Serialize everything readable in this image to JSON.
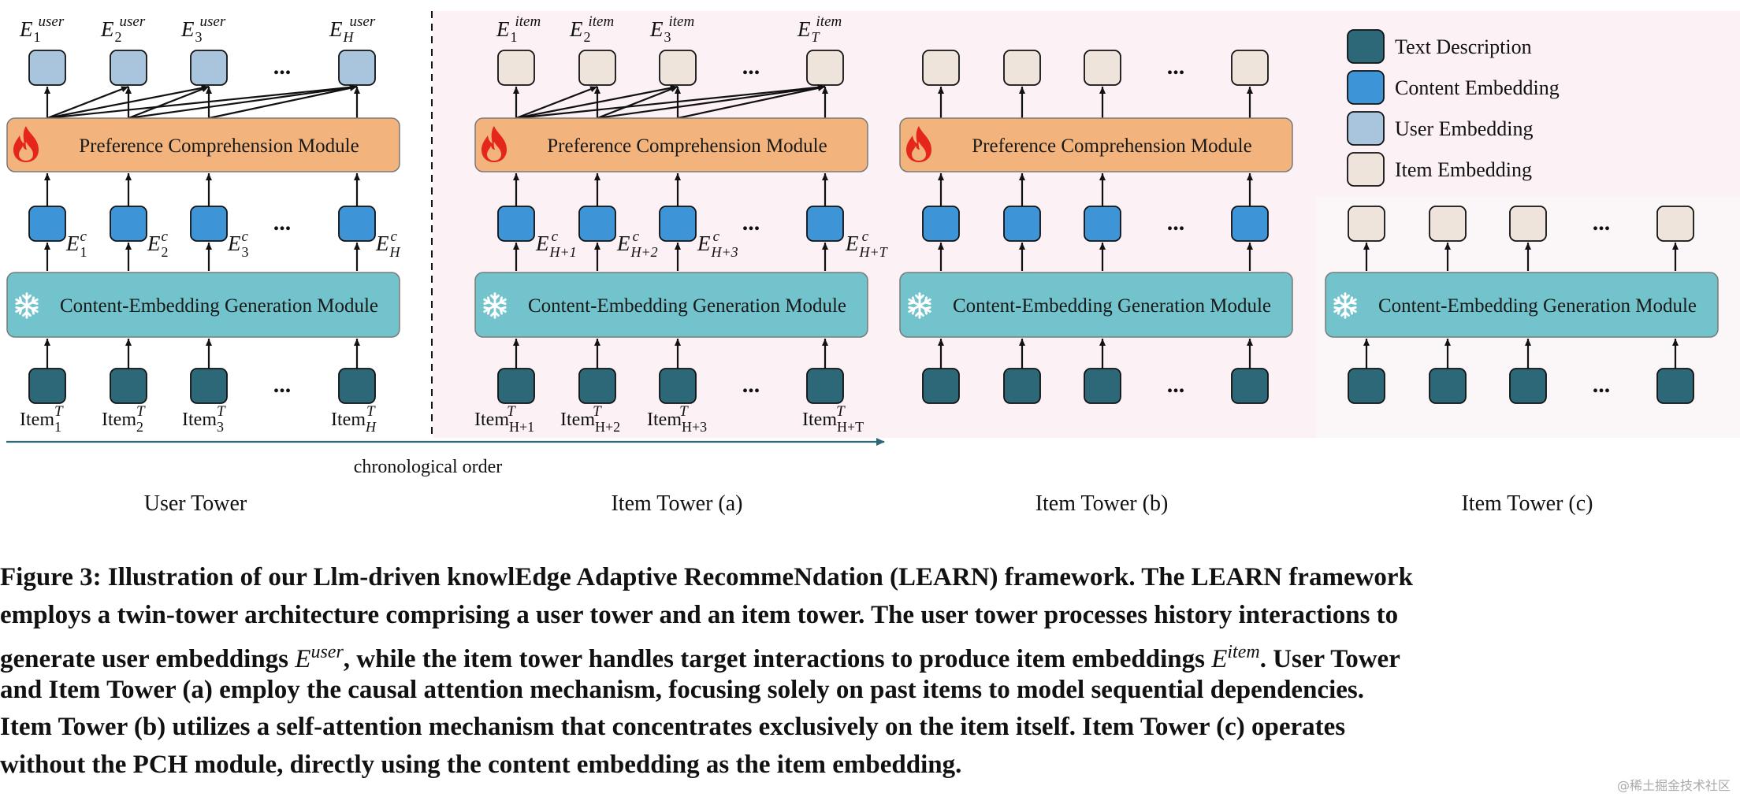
{
  "legend": {
    "text_description": "Text Description",
    "content_embedding": "Content Embedding",
    "user_embedding": "User Embedding",
    "item_embedding": "Item Embedding"
  },
  "modules": {
    "pcm": "Preference Comprehension Module",
    "cegm": "Content-Embedding Generation Module"
  },
  "towers": {
    "user": "User Tower",
    "item_a": "Item Tower (a)",
    "item_b": "Item Tower (b)",
    "item_c": "Item Tower (c)"
  },
  "chronological": "chronological order",
  "ellipsis": "...",
  "symbols": {
    "E": "E",
    "item_word": "Item",
    "sup_user": "user",
    "sup_item": "item",
    "sup_c": "c",
    "sup_T": "T",
    "user_subs": [
      "1",
      "2",
      "3",
      "H"
    ],
    "item_subs": [
      "1",
      "2",
      "3",
      "T"
    ],
    "content_user_subs": [
      "1",
      "2",
      "3",
      "H"
    ],
    "content_item_subs": [
      "H+1",
      "H+2",
      "H+3",
      "H+T"
    ]
  },
  "caption": {
    "l1": "Figure 3: Illustration of our Llm-driven knowlEdge Adaptive RecommeNdation (LEARN) framework. The LEARN framework",
    "l2": "employs a twin-tower architecture comprising a user tower and an item tower. The user tower processes history interactions to",
    "l3a": "generate user embeddings ",
    "l3b": ", while the item tower handles target interactions to produce item embeddings ",
    "l3c": ". User Tower",
    "l4": "and Item Tower (a) employ the causal attention mechanism, focusing solely on past items to model sequential dependencies.",
    "l5": "Item Tower (b) utilizes a self-attention mechanism that concentrates exclusively on the item itself. Item Tower (c) operates",
    "l6": "without the PCH module, directly using the content embedding as the item embedding."
  },
  "watermark": "@稀土掘金技术社区",
  "colors": {
    "text_desc": "#2c6878",
    "content": "#3d95d8",
    "user_emb": "#a9c5de",
    "item_emb": "#efe4dc",
    "pcm": "#f2b47c",
    "cegm": "#72c3cc",
    "pink_bg": "#fcf1f5"
  }
}
